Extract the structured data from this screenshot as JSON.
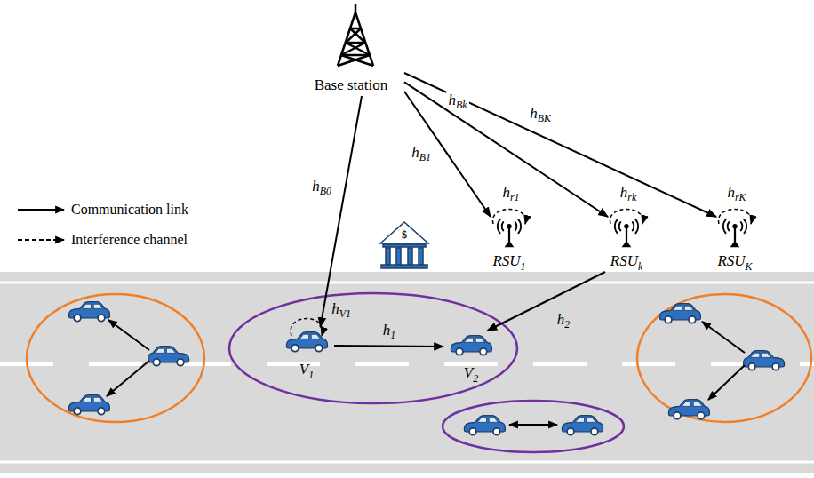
{
  "diagram": {
    "nodes": [
      {
        "text": [
          "Base station"
        ]
      },
      {
        "text": [
          "RSU1"
        ]
      },
      {
        "text": [
          "RSUk"
        ]
      },
      {
        "text": [
          "RSUK"
        ]
      },
      {
        "text": [
          "V1"
        ]
      },
      {
        "text": [
          "V2"
        ]
      }
    ],
    "edges": [
      {
        "from": 0,
        "to": 4,
        "arrow": "to",
        "label": "hB0"
      },
      {
        "from": 0,
        "to": 1,
        "arrow": "to",
        "label": "hB1"
      },
      {
        "from": 0,
        "to": 2,
        "arrow": "to",
        "label": "hBk"
      },
      {
        "from": 0,
        "to": 3,
        "arrow": "to",
        "label": "hBK"
      },
      {
        "from": 4,
        "to": 5,
        "arrow": "to",
        "label": "h1"
      },
      {
        "from": 2,
        "to": 5,
        "arrow": "to",
        "label": "h2"
      }
    ],
    "labels": [
      "hV1",
      "hr1",
      "hrk",
      "hrK",
      "$"
    ],
    "legend": [
      {
        "text": "Communication link"
      },
      {
        "text": "Interference channel"
      }
    ]
  }
}
